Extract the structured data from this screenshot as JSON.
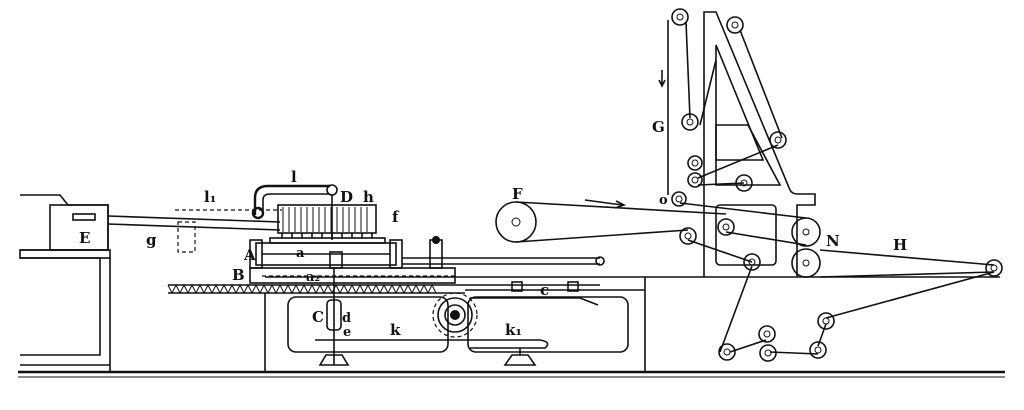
{
  "title": "Printing machine, side elevation",
  "labels": {
    "E": "E",
    "g": "g",
    "l1": "l₁",
    "l": "l",
    "D": "D",
    "h": "h",
    "f": "f",
    "A": "A",
    "a": "a",
    "B": "B",
    "a2": "a₂",
    "C": "C",
    "d": "d",
    "e": "e",
    "k": "k",
    "k1": "k₁",
    "c": "c",
    "F": "F",
    "G": "G",
    "o": "o",
    "N": "N",
    "H": "H"
  },
  "colors": {
    "ink": "#111111",
    "paper": "#ffffff"
  }
}
